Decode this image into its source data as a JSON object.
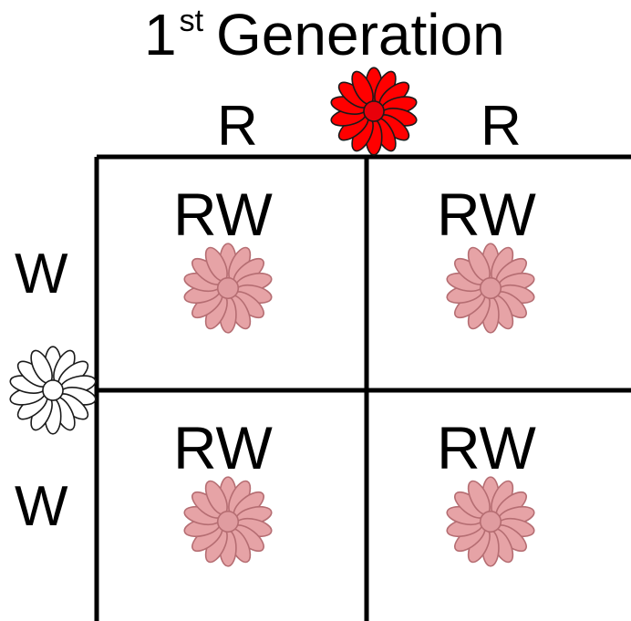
{
  "title": {
    "prefix": "1",
    "superscript": "st",
    "text": "Generation"
  },
  "columns": [
    {
      "allele": "R"
    },
    {
      "allele": "R"
    }
  ],
  "rows": [
    {
      "allele": "W"
    },
    {
      "allele": "W"
    }
  ],
  "cells": [
    {
      "genotype": "RW"
    },
    {
      "genotype": "RW"
    },
    {
      "genotype": "RW"
    },
    {
      "genotype": "RW"
    }
  ],
  "flowers": {
    "parent_top": {
      "fill": "#ff0000",
      "center": "#e8000a",
      "stroke": "#1a1a1a"
    },
    "parent_left": {
      "fill": "#ffffff",
      "center": "#ffffff",
      "stroke": "#1a1a1a"
    },
    "offspring": {
      "fill": "#e6a3a6",
      "center": "#e09ca0",
      "stroke": "#b56d72"
    }
  }
}
